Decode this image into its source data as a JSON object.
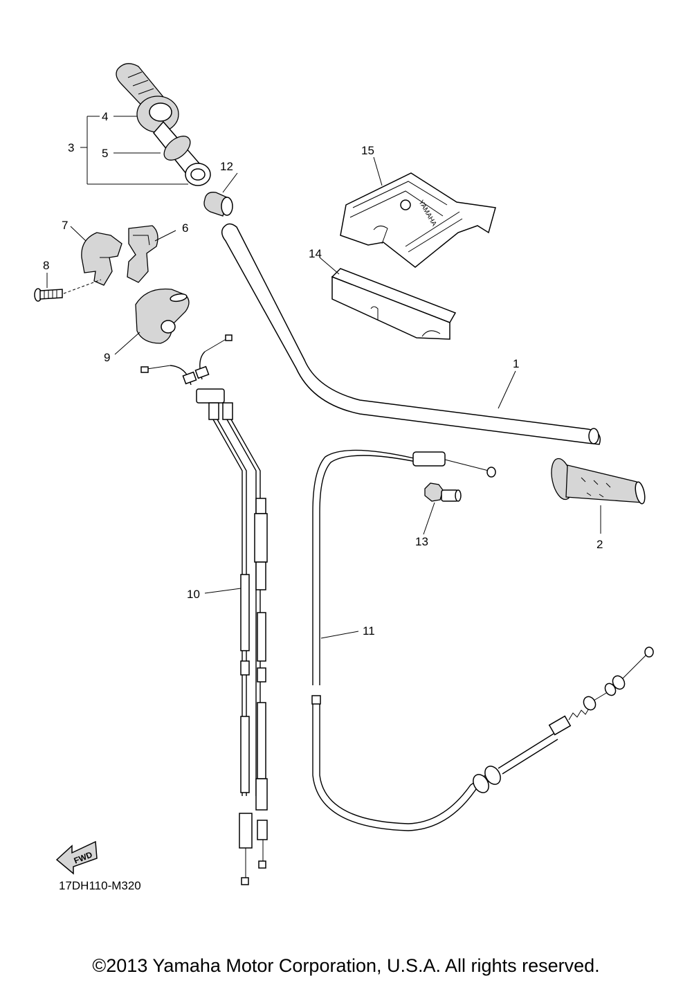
{
  "diagram": {
    "callouts": [
      "1",
      "2",
      "3",
      "4",
      "5",
      "6",
      "7",
      "8",
      "9",
      "10",
      "11",
      "12",
      "13",
      "14",
      "15"
    ],
    "fwd_label": "FWD",
    "logo_text": "YAMAHA",
    "diagram_code": "17DH110-M320",
    "copyright": "©2013 Yamaha Motor Corporation, U.S.A. All rights reserved."
  }
}
